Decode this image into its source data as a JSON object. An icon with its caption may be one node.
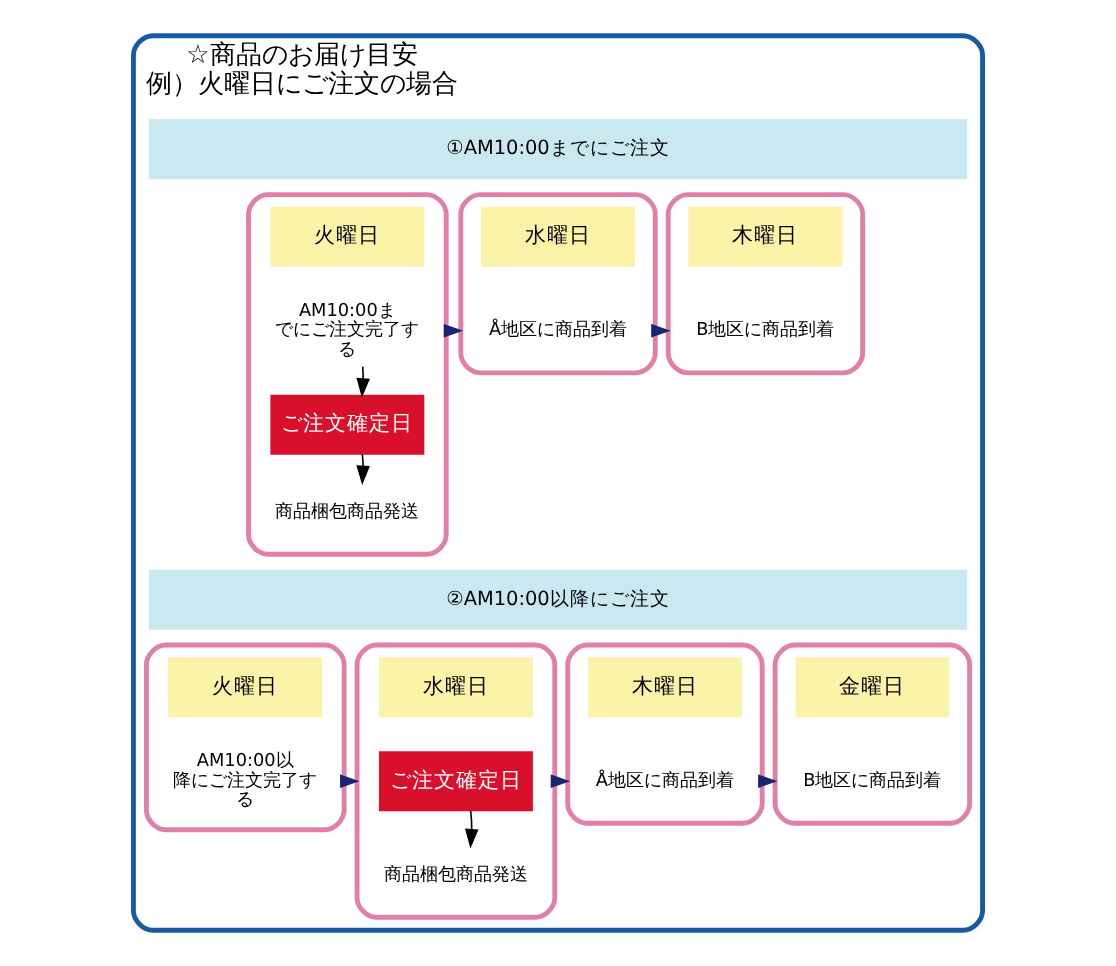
{
  "diagram": {
    "nodes": [
      {
        "text": [
          "☆商品のお届け目安",
          "例）火曜日にご注文の場合"
        ]
      },
      {
        "text": [
          "①AM10:00までにご注文"
        ],
        "in": 0
      },
      {
        "text": [],
        "shape": "box",
        "in": 0
      },
      {
        "text": [
          "火曜日"
        ],
        "in": 2
      },
      {
        "text": [
          "AM10:00までにご注文完了する"
        ],
        "in": 2
      },
      {
        "text": [
          "ご注文確定日"
        ],
        "in": 2
      },
      {
        "text": [
          "商品梱包商品発送"
        ],
        "in": 2
      },
      {
        "text": [],
        "shape": "box",
        "in": 0
      },
      {
        "text": [
          "水曜日"
        ],
        "in": 7
      },
      {
        "text": [
          "Å地区に商品到着"
        ],
        "in": 7
      },
      {
        "text": [],
        "shape": "box",
        "in": 0
      },
      {
        "text": [
          "木曜日"
        ],
        "in": 10
      },
      {
        "text": [
          "B地区に商品到着"
        ],
        "in": 10
      },
      {
        "text": [
          "②AM10:00以降にご注文"
        ],
        "in": 0
      },
      {
        "text": [],
        "shape": "box",
        "in": 0
      },
      {
        "text": [
          "火曜日"
        ],
        "in": 14
      },
      {
        "text": [
          "AM10:00以降にご注文完了する"
        ],
        "in": 14
      },
      {
        "text": [],
        "shape": "box",
        "in": 0
      },
      {
        "text": [
          "水曜日"
        ],
        "in": 17
      },
      {
        "text": [
          "ご注文確定日"
        ],
        "in": 17
      },
      {
        "text": [
          "商品梱包商品発送"
        ],
        "in": 17
      },
      {
        "text": [],
        "shape": "box",
        "in": 0
      },
      {
        "text": [
          "木曜日"
        ],
        "in": 21
      },
      {
        "text": [
          "Å地区に商品到着"
        ],
        "in": 21
      },
      {
        "text": [],
        "shape": "box",
        "in": 0
      },
      {
        "text": [
          "金曜日"
        ],
        "in": 24
      },
      {
        "text": [
          "B地区に商品到着"
        ],
        "in": 24
      }
    ],
    "edges": [
      {
        "from": 4,
        "to": 5,
        "arrow": "to",
        "color": "#000000"
      },
      {
        "from": 5,
        "to": 6,
        "arrow": "to",
        "color": "#000000"
      },
      {
        "from": 2,
        "to": 7,
        "arrow": "to"
      },
      {
        "from": 7,
        "to": 10,
        "arrow": "to"
      },
      {
        "from": 14,
        "to": 17,
        "arrow": "to"
      },
      {
        "from": 19,
        "to": 20,
        "arrow": "to",
        "color": "#000000"
      },
      {
        "from": 17,
        "to": 21,
        "arrow": "to"
      },
      {
        "from": 21,
        "to": 24,
        "arrow": "to"
      }
    ]
  }
}
